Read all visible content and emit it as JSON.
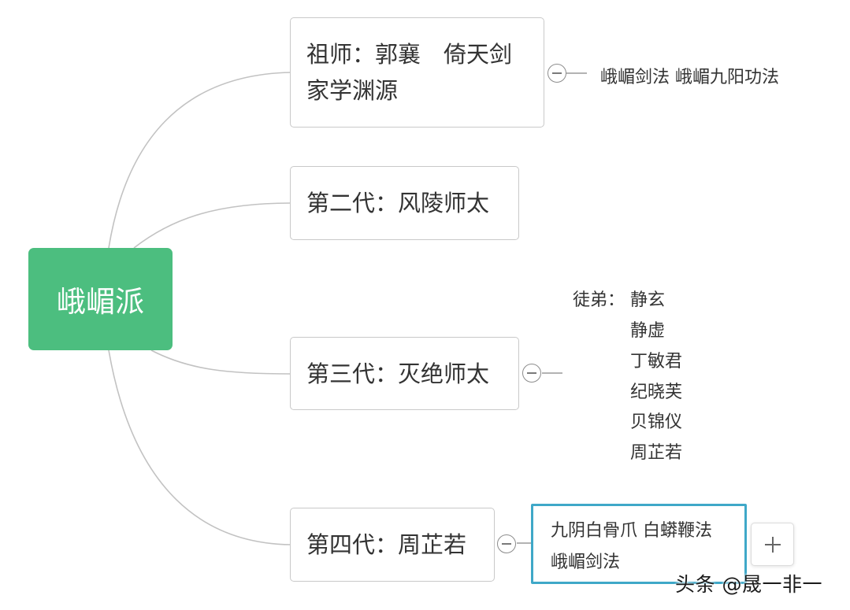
{
  "colors": {
    "root_fill": "#4cbe7f",
    "connector": "#c2c2c2",
    "selected_border": "#3fa8c8"
  },
  "root": {
    "label": "峨嵋派"
  },
  "branches": [
    {
      "lines": [
        "祖师：郭襄　倚天剑",
        "家学渊源"
      ],
      "leaf": "峨嵋剑法  峨嵋九阳功法"
    },
    {
      "lines": [
        "第二代：风陵师太"
      ]
    },
    {
      "lines": [
        "第三代：灭绝师太"
      ]
    },
    {
      "lines": [
        "第四代：周芷若"
      ]
    }
  ],
  "disciples": {
    "label": "徒弟：",
    "names": [
      "静玄",
      "静虚",
      "丁敏君",
      "纪晓芙",
      "贝锦仪",
      "周芷若"
    ]
  },
  "detail": {
    "lines": [
      "九阴白骨爪  白蟒鞭法",
      "峨嵋剑法"
    ]
  },
  "add_icon": "plus-icon",
  "collapse_icon": "minus-circle-icon",
  "watermark": "头条 @晟一非一"
}
